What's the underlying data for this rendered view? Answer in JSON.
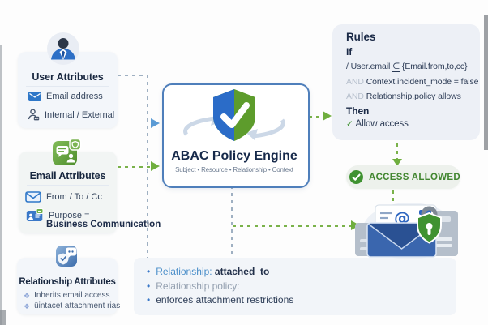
{
  "diagram": {
    "user_card": {
      "title": "User Attributes",
      "item1": "Email address",
      "item2": "Internal / External"
    },
    "email_card": {
      "title": "Email Attributes",
      "item1": "From / To / Cc",
      "item2_line1": "Purpose =",
      "item2_line2": "Business Communication"
    },
    "relationship_card": {
      "title": "Relationship Attributes",
      "bullet_icon": "❖",
      "item1": "Inherits email access",
      "item2": "üintacet attachment rias"
    },
    "engine": {
      "title": "ABAC Policy Engine",
      "subtitle": "Subject • Resource • Relationship • Context"
    },
    "rules": {
      "title": "Rules",
      "if_label": "If",
      "cond1_pre": "/ User.email ",
      "cond1_sym": "∈",
      "cond1_post": " {Email.from,to,cc}",
      "and1": "AND ",
      "cond2": "Context.incident_mode = false",
      "and2": "AND ",
      "cond3": "Relationship.policy allows",
      "then_label": "Then",
      "check_icon": "✓ ",
      "result": "Allow access"
    },
    "access_badge": {
      "label": "ACCESS ALLOWED"
    },
    "notes": {
      "bullet": "•",
      "b1_label": "Relationship:",
      "b1_value": "attached_to",
      "b2": "Relationship policy:",
      "b3": "enforces attachment restrictions"
    },
    "colors": {
      "accent_blue": "#2e77c8",
      "accent_green": "#5a9e31",
      "navy": "#16294a",
      "card_bg": "#f3f6fa",
      "rules_bg": "#edf0f6",
      "badge_green": "#3f9231"
    }
  }
}
